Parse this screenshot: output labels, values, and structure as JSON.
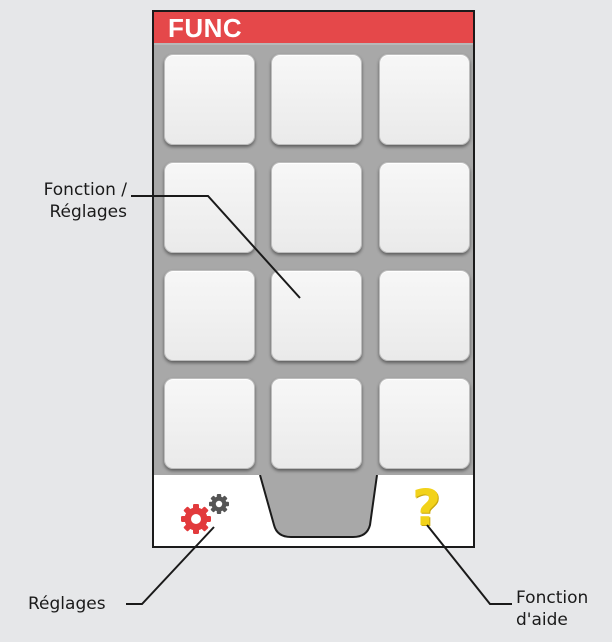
{
  "screen": {
    "title": "FUNC"
  },
  "grid": {
    "rows": 4,
    "columns": 3
  },
  "bottom_bar": {
    "left_icon": "settings-gears-icon",
    "right_icon": "help-question-mark-icon"
  },
  "callouts": {
    "function_settings": {
      "line1": "Fonction /",
      "line2": "Réglages"
    },
    "settings": {
      "text": "Réglages"
    },
    "help": {
      "line1": "Fonction",
      "line2": "d'aide"
    }
  },
  "colors": {
    "title_bar": "#e5484a",
    "grid_background": "#a8a8a8",
    "tile": "#eeeeee",
    "settings_gear_primary": "#e23a3c",
    "settings_gear_secondary": "#555555",
    "help_icon": "#f2d21a"
  }
}
